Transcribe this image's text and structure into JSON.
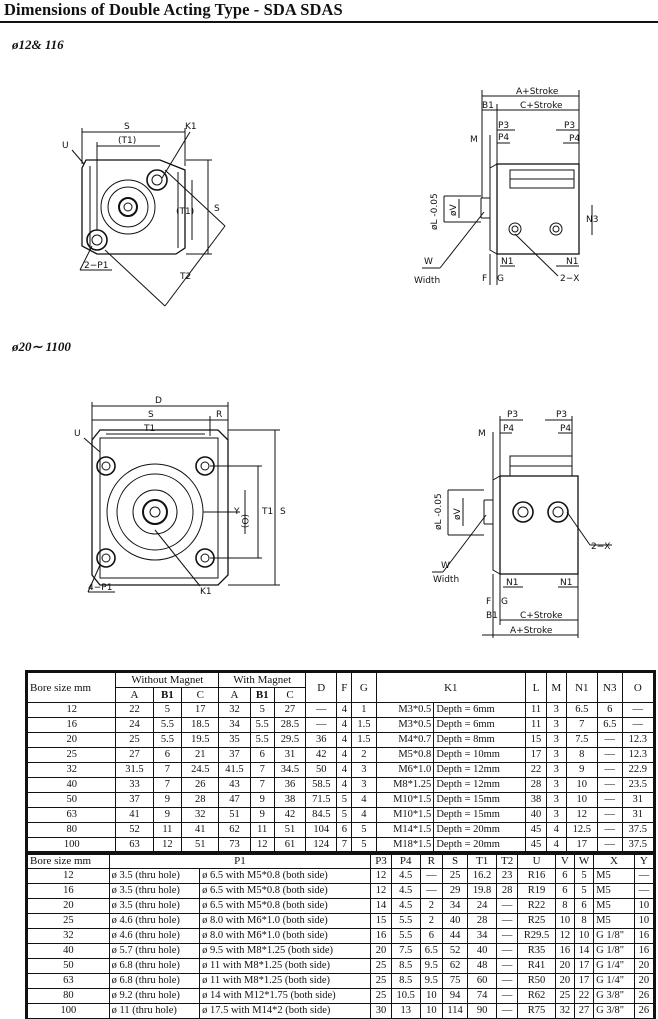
{
  "title": "Dimensions of Double Acting Type - SDA SDAS",
  "section1": "ø12& 116",
  "section2": "ø20∼ 1100",
  "drawing_labels": {
    "S": "S",
    "T1p": "(T1)",
    "K1": "K1",
    "U": "U",
    "T1": "(T1)",
    "T2": "T2",
    "P1_2": "2−P1",
    "A_stroke": "A+Stroke",
    "B1": "B1",
    "C_stroke": "C+Stroke",
    "M": "M",
    "P4": "P4",
    "P3": "P3",
    "N3": "N3",
    "L": "øL -0.05",
    "V": "øV",
    "W": "W",
    "Width": "Width",
    "F": "F",
    "G": "G",
    "N1": "N1",
    "X2": "2−X",
    "D": "D",
    "R": "R",
    "T1b": "T1",
    "Y": "Y",
    "O": "(O)",
    "P1_4": "4−P1"
  },
  "table1": {
    "header_top": [
      "Bore size mm",
      "Without Magnet",
      "With Magnet",
      "D",
      "F",
      "G",
      "K1",
      "L",
      "M",
      "N1",
      "N3",
      "O"
    ],
    "header_sub": [
      "A",
      "B1",
      "C",
      "A",
      "B1",
      "C"
    ],
    "rows": [
      [
        "12",
        "22",
        "5",
        "17",
        "32",
        "5",
        "27",
        "—",
        "4",
        "1",
        "M3*0.5",
        "Depth = 6mm",
        "11",
        "3",
        "6.5",
        "6",
        "—"
      ],
      [
        "16",
        "24",
        "5.5",
        "18.5",
        "34",
        "5.5",
        "28.5",
        "—",
        "4",
        "1.5",
        "M3*0.5",
        "Depth = 6mm",
        "11",
        "3",
        "7",
        "6.5",
        "—"
      ],
      [
        "20",
        "25",
        "5.5",
        "19.5",
        "35",
        "5.5",
        "29.5",
        "36",
        "4",
        "1.5",
        "M4*0.7",
        "Depth = 8mm",
        "15",
        "3",
        "7.5",
        "—",
        "12.3"
      ],
      [
        "25",
        "27",
        "6",
        "21",
        "37",
        "6",
        "31",
        "42",
        "4",
        "2",
        "M5*0.8",
        "Depth = 10mm",
        "17",
        "3",
        "8",
        "—",
        "12.3"
      ],
      [
        "32",
        "31.5",
        "7",
        "24.5",
        "41.5",
        "7",
        "34.5",
        "50",
        "4",
        "3",
        "M6*1.0",
        "Depth = 12mm",
        "22",
        "3",
        "9",
        "—",
        "22.9"
      ],
      [
        "40",
        "33",
        "7",
        "26",
        "43",
        "7",
        "36",
        "58.5",
        "4",
        "3",
        "M8*1.25",
        "Depth = 12mm",
        "28",
        "3",
        "10",
        "—",
        "23.5"
      ],
      [
        "50",
        "37",
        "9",
        "28",
        "47",
        "9",
        "38",
        "71.5",
        "5",
        "4",
        "M10*1.5",
        "Depth = 15mm",
        "38",
        "3",
        "10",
        "—",
        "31"
      ],
      [
        "63",
        "41",
        "9",
        "32",
        "51",
        "9",
        "42",
        "84.5",
        "5",
        "4",
        "M10*1.5",
        "Depth = 15mm",
        "40",
        "3",
        "12",
        "—",
        "31"
      ],
      [
        "80",
        "52",
        "11",
        "41",
        "62",
        "11",
        "51",
        "104",
        "6",
        "5",
        "M14*1.5",
        "Depth = 20mm",
        "45",
        "4",
        "12.5",
        "—",
        "37.5"
      ],
      [
        "100",
        "63",
        "12",
        "51",
        "73",
        "12",
        "61",
        "124",
        "7",
        "5",
        "M18*1.5",
        "Depth = 20mm",
        "45",
        "4",
        "17",
        "—",
        "37.5"
      ]
    ]
  },
  "table2": {
    "header": [
      "Bore size mm",
      "P1",
      "P3",
      "P4",
      "R",
      "S",
      "T1",
      "T2",
      "U",
      "V",
      "W",
      "X",
      "Y"
    ],
    "rows": [
      [
        "12",
        "ø 3.5 (thru hole)",
        "ø 6.5 with M5*0.8 (both side)",
        "12",
        "4.5",
        "—",
        "25",
        "16.2",
        "23",
        "R16",
        "6",
        "5",
        "M5",
        "—"
      ],
      [
        "16",
        "ø 3.5 (thru hole)",
        "ø 6.5 with M5*0.8 (both side)",
        "12",
        "4.5",
        "—",
        "29",
        "19.8",
        "28",
        "R19",
        "6",
        "5",
        "M5",
        "—"
      ],
      [
        "20",
        "ø 3.5 (thru hole)",
        "ø 6.5 with M5*0.8 (both side)",
        "14",
        "4.5",
        "2",
        "34",
        "24",
        "—",
        "R22",
        "8",
        "6",
        "M5",
        "10"
      ],
      [
        "25",
        "ø 4.6 (thru hole)",
        "ø 8.0 with M6*1.0 (both side)",
        "15",
        "5.5",
        "2",
        "40",
        "28",
        "—",
        "R25",
        "10",
        "8",
        "M5",
        "10"
      ],
      [
        "32",
        "ø 4.6 (thru hole)",
        "ø 8.0 with M6*1.0 (both side)",
        "16",
        "5.5",
        "6",
        "44",
        "34",
        "—",
        "R29.5",
        "12",
        "10",
        "G 1/8\"",
        "16"
      ],
      [
        "40",
        "ø 5.7 (thru hole)",
        "ø 9.5 with M8*1.25 (both side)",
        "20",
        "7.5",
        "6.5",
        "52",
        "40",
        "—",
        "R35",
        "16",
        "14",
        "G 1/8\"",
        "16"
      ],
      [
        "50",
        "ø 6.8 (thru hole)",
        "ø 11 with M8*1.25 (both side)",
        "25",
        "8.5",
        "9.5",
        "62",
        "48",
        "—",
        "R41",
        "20",
        "17",
        "G 1/4\"",
        "20"
      ],
      [
        "63",
        "ø 6.8 (thru hole)",
        "ø 11 with M8*1.25 (both side)",
        "25",
        "8.5",
        "9.5",
        "75",
        "60",
        "—",
        "R50",
        "20",
        "17",
        "G 1/4\"",
        "20"
      ],
      [
        "80",
        "ø 9.2 (thru hole)",
        "ø 14 with M12*1.75 (both side)",
        "25",
        "10.5",
        "10",
        "94",
        "74",
        "—",
        "R62",
        "25",
        "22",
        "G 3/8\"",
        "26"
      ],
      [
        "100",
        "ø 11 (thru hole)",
        "ø 17.5 with M14*2 (both side)",
        "30",
        "13",
        "10",
        "114",
        "90",
        "—",
        "R75",
        "32",
        "27",
        "G 3/8\"",
        "26"
      ]
    ]
  }
}
